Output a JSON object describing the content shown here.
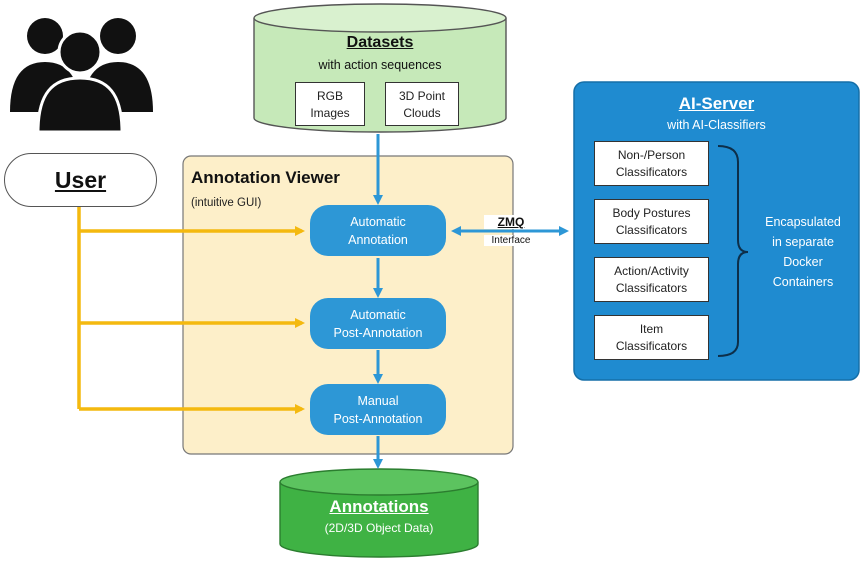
{
  "datasets": {
    "title": "Datasets",
    "subtitle": "with action sequences",
    "items": [
      "RGB\nImages",
      "3D Point\nClouds"
    ]
  },
  "user": {
    "label": "User"
  },
  "viewer": {
    "title": "Annotation Viewer",
    "subtitle": "(intuitive GUI)",
    "steps": [
      "Automatic\nAnnotation",
      "Automatic\nPost-Annotation",
      "Manual\nPost-Annotation"
    ]
  },
  "zmq": {
    "label": "ZMQ",
    "sub": "Interface"
  },
  "server": {
    "title": "AI-Server",
    "subtitle": "with AI-Classifiers",
    "classifiers": [
      "Non-/Person\nClassificators",
      "Body Postures\nClassificators",
      "Action/Activity\nClassificators",
      "Item\nClassificators"
    ],
    "note": "Encapsulated\nin separate\nDocker\nContainers"
  },
  "annotations": {
    "title": "Annotations",
    "subtitle": "(2D/3D Object Data)"
  },
  "colors": {
    "datasets": "#c6e9b9",
    "viewer": "#fdefc9",
    "server": "#1f8bd0",
    "annotations": "#3fb244",
    "pill": "#2d97d6",
    "arrow_user": "#f4b90f",
    "arrow_flow": "#2d97d6"
  }
}
